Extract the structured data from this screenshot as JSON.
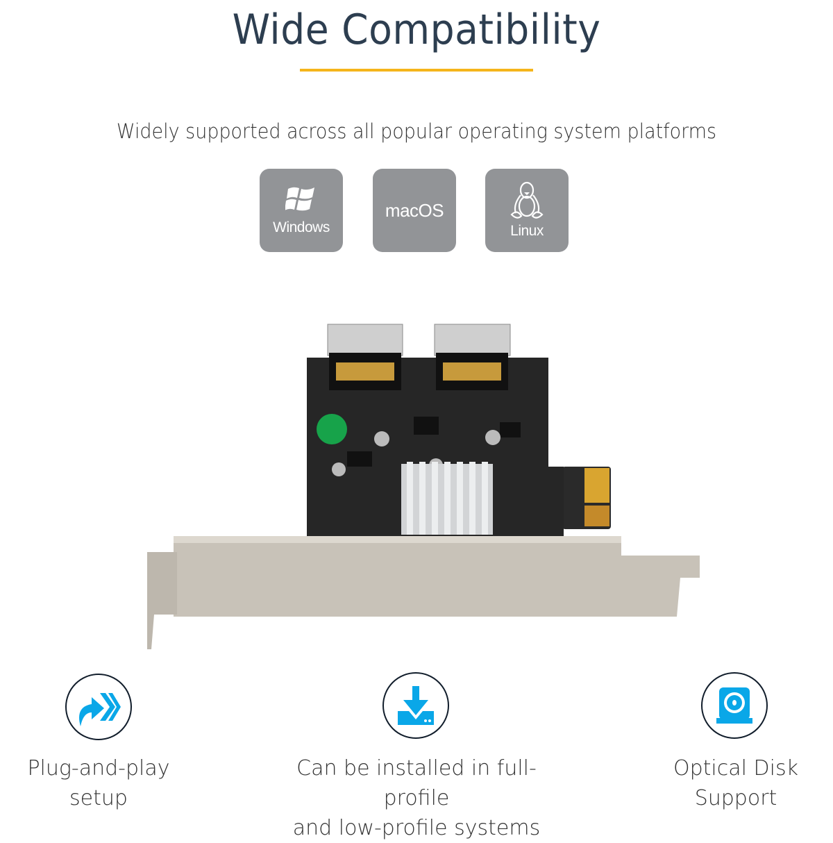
{
  "header": {
    "title": "Wide Compatibility",
    "subtitle": "Widely supported across all popular operating system platforms",
    "accent_color": "#f5b51b"
  },
  "os_tiles": [
    {
      "label": "Windows",
      "icon": "windows-logo-icon"
    },
    {
      "label": "macOS",
      "icon": ""
    },
    {
      "label": "Linux",
      "icon": "tux-penguin-icon"
    }
  ],
  "product": {
    "image": "pcie-sata-expansion-card"
  },
  "features": [
    {
      "icon": "plug-and-play-arrow-icon",
      "line1": "Plug-and-play",
      "line2": "setup"
    },
    {
      "icon": "download-install-icon",
      "line1": "Can be installed in full-profile",
      "line2": "and low-profile systems"
    },
    {
      "icon": "optical-disk-icon",
      "line1": "Optical Disk",
      "line2": "Support"
    }
  ],
  "colors": {
    "tile": "#929497",
    "icon_blue": "#0aa7e8",
    "title": "#2d3e50"
  }
}
